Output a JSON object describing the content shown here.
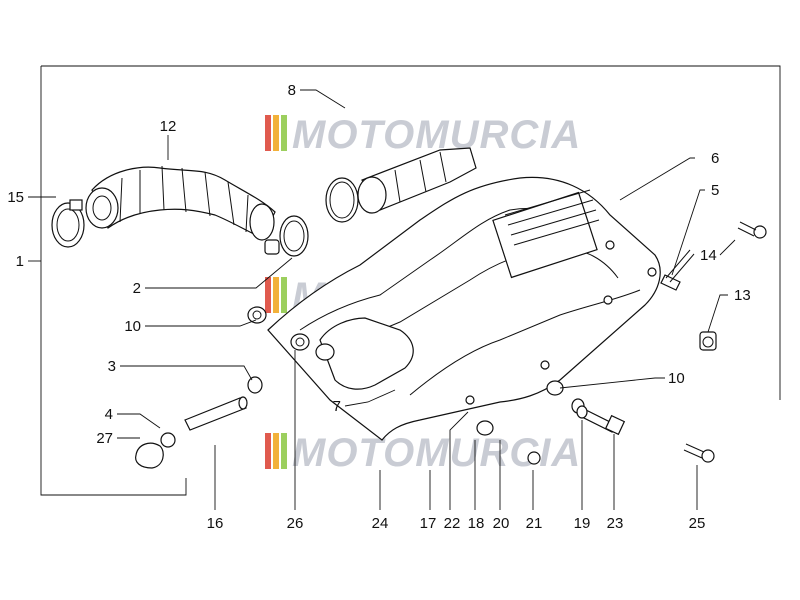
{
  "watermark": {
    "text": "MOTOMURCIA",
    "colors": [
      "#e05a4e",
      "#f2b13a",
      "#9ccf5e",
      "#c9ccd4"
    ]
  },
  "labels": {
    "p1": "1",
    "p2": "2",
    "p3": "3",
    "p4": "4",
    "p5": "5",
    "p6": "6",
    "p7": "7",
    "p8": "8",
    "p10a": "10",
    "p10b": "10",
    "p12": "12",
    "p13": "13",
    "p14": "14",
    "p15": "15",
    "p16": "16",
    "p17": "17",
    "p18": "18",
    "p19": "19",
    "p20": "20",
    "p21": "21",
    "p22": "22",
    "p23": "23",
    "p24": "24",
    "p25": "25",
    "p26": "26",
    "p27": "27"
  }
}
